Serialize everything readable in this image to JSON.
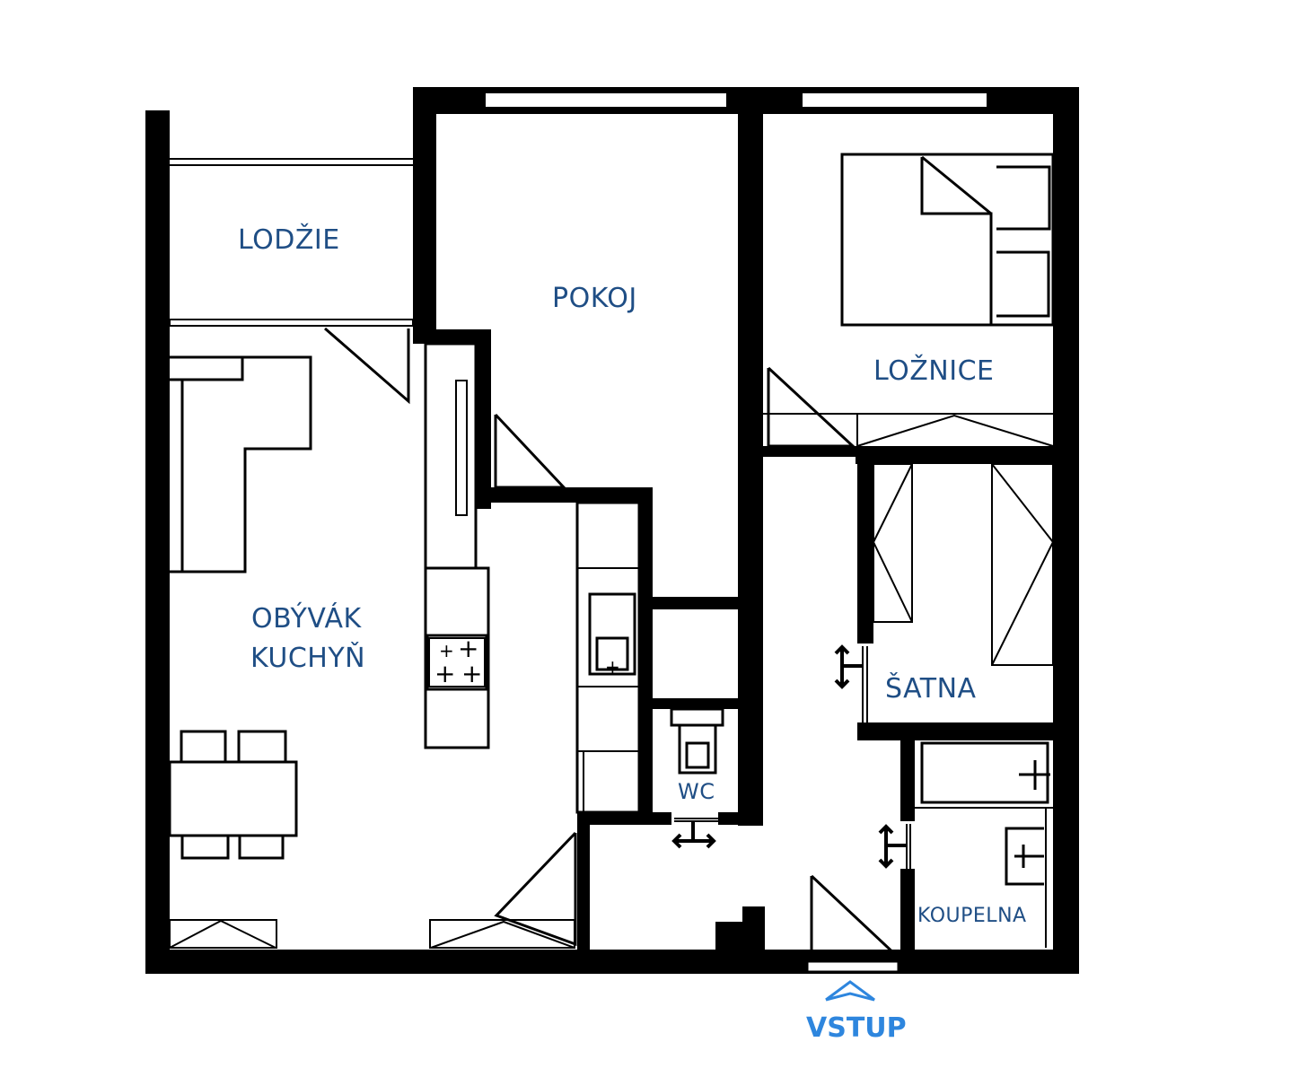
{
  "plan": {
    "rooms": [
      {
        "id": "lodzie",
        "label": "LODŽIE"
      },
      {
        "id": "pokoj",
        "label": "POKOJ"
      },
      {
        "id": "loznice",
        "label": "LOŽNICE"
      },
      {
        "id": "obyvak",
        "label_line1": "OBÝVÁK",
        "label_line2": "KUCHYŇ"
      },
      {
        "id": "satna",
        "label": "ŠATNA"
      },
      {
        "id": "wc",
        "label": "WC"
      },
      {
        "id": "koupelna",
        "label": "KOUPELNA"
      }
    ],
    "entrance": {
      "label": "VSTUP",
      "color": "#2e86de"
    },
    "label_color": "#1f4e85",
    "wall_color": "#000000"
  }
}
